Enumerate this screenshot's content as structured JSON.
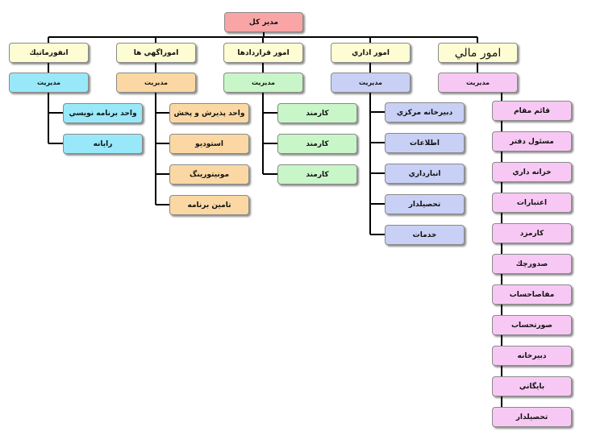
{
  "root": {
    "label": "مدیر کل"
  },
  "sections": [
    {
      "id": "finance",
      "title": "امور مالي",
      "manager": "مديريت",
      "color": "#f8c8f4",
      "units": [
        "قائم مقام",
        "مسئول دفتر",
        "خزانه داري",
        "اعتبارات",
        "كارمزد",
        "صدورچك",
        "مفاصاحساب",
        "صورتحساب",
        "دبيرخانه",
        "بايگاني",
        "تحصيلدار"
      ]
    },
    {
      "id": "admin",
      "title": "امور اداري",
      "manager": "مديريت",
      "color": "#c8d0f6",
      "units": [
        "دبيرخانه مركزي",
        "اطلاعات",
        "انبارداري",
        "تحصيلدار",
        "خدمات"
      ]
    },
    {
      "id": "contracts",
      "title": "امور قراردادها",
      "manager": "مديريت",
      "color": "#c8f6c8",
      "units": [
        "كارمند",
        "كارمند",
        "كارمند"
      ]
    },
    {
      "id": "ads",
      "title": "اموراگهي ها",
      "manager": "مديريت",
      "color": "#fbd8a3",
      "units": [
        "واحد پذيرش و پخش",
        "استوديو",
        "مونيتورينگ",
        "تامين برنامه"
      ]
    },
    {
      "id": "it",
      "title": "انفورماتيك",
      "manager": "مديريت",
      "color": "#98e8f9",
      "units": [
        "واحد برنامه نويسي",
        "رايانه"
      ]
    }
  ]
}
